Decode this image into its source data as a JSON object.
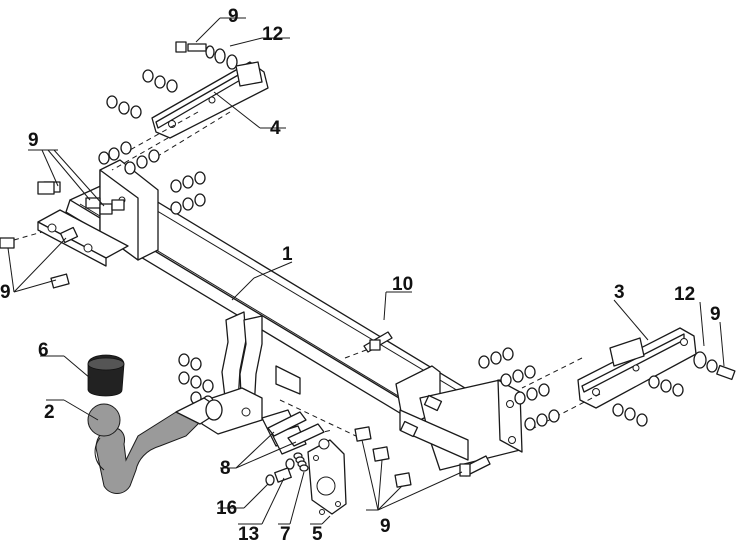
{
  "callouts": {
    "c1": "1",
    "c2": "2",
    "c3": "3",
    "c4": "4",
    "c5": "5",
    "c6": "6",
    "c7": "7",
    "c8": "8",
    "c9_top": "9",
    "c9_upper_left": "9",
    "c9_lower_left": "9",
    "c9_right": "9",
    "c9_bottom": "9",
    "c10": "10",
    "c12_top": "12",
    "c12_right": "12",
    "c13": "13",
    "c16": "16"
  },
  "colors": {
    "line": "#1a1a1a",
    "background": "#ffffff",
    "shading": "#9a9a9a"
  }
}
